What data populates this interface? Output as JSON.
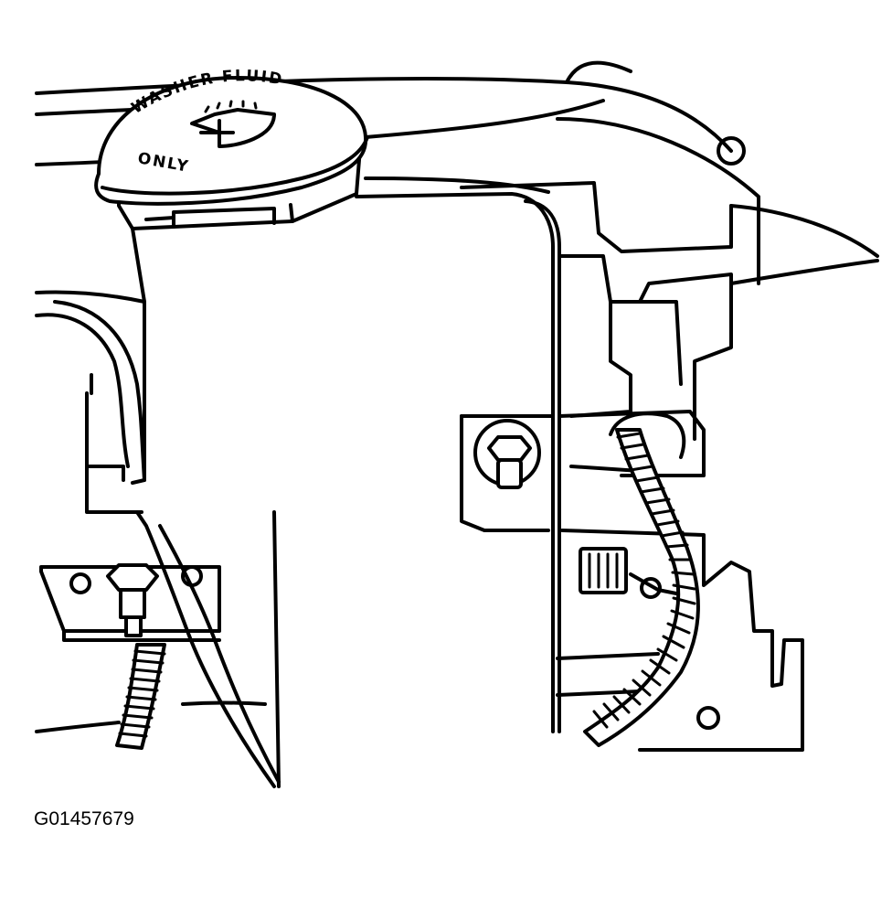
{
  "figure": {
    "id_label": "G01457679"
  },
  "cap": {
    "arc_text": "WASHER FLUID",
    "bottom_text": "ONLY"
  },
  "colors": {
    "line": "#000000",
    "background": "#ffffff"
  }
}
